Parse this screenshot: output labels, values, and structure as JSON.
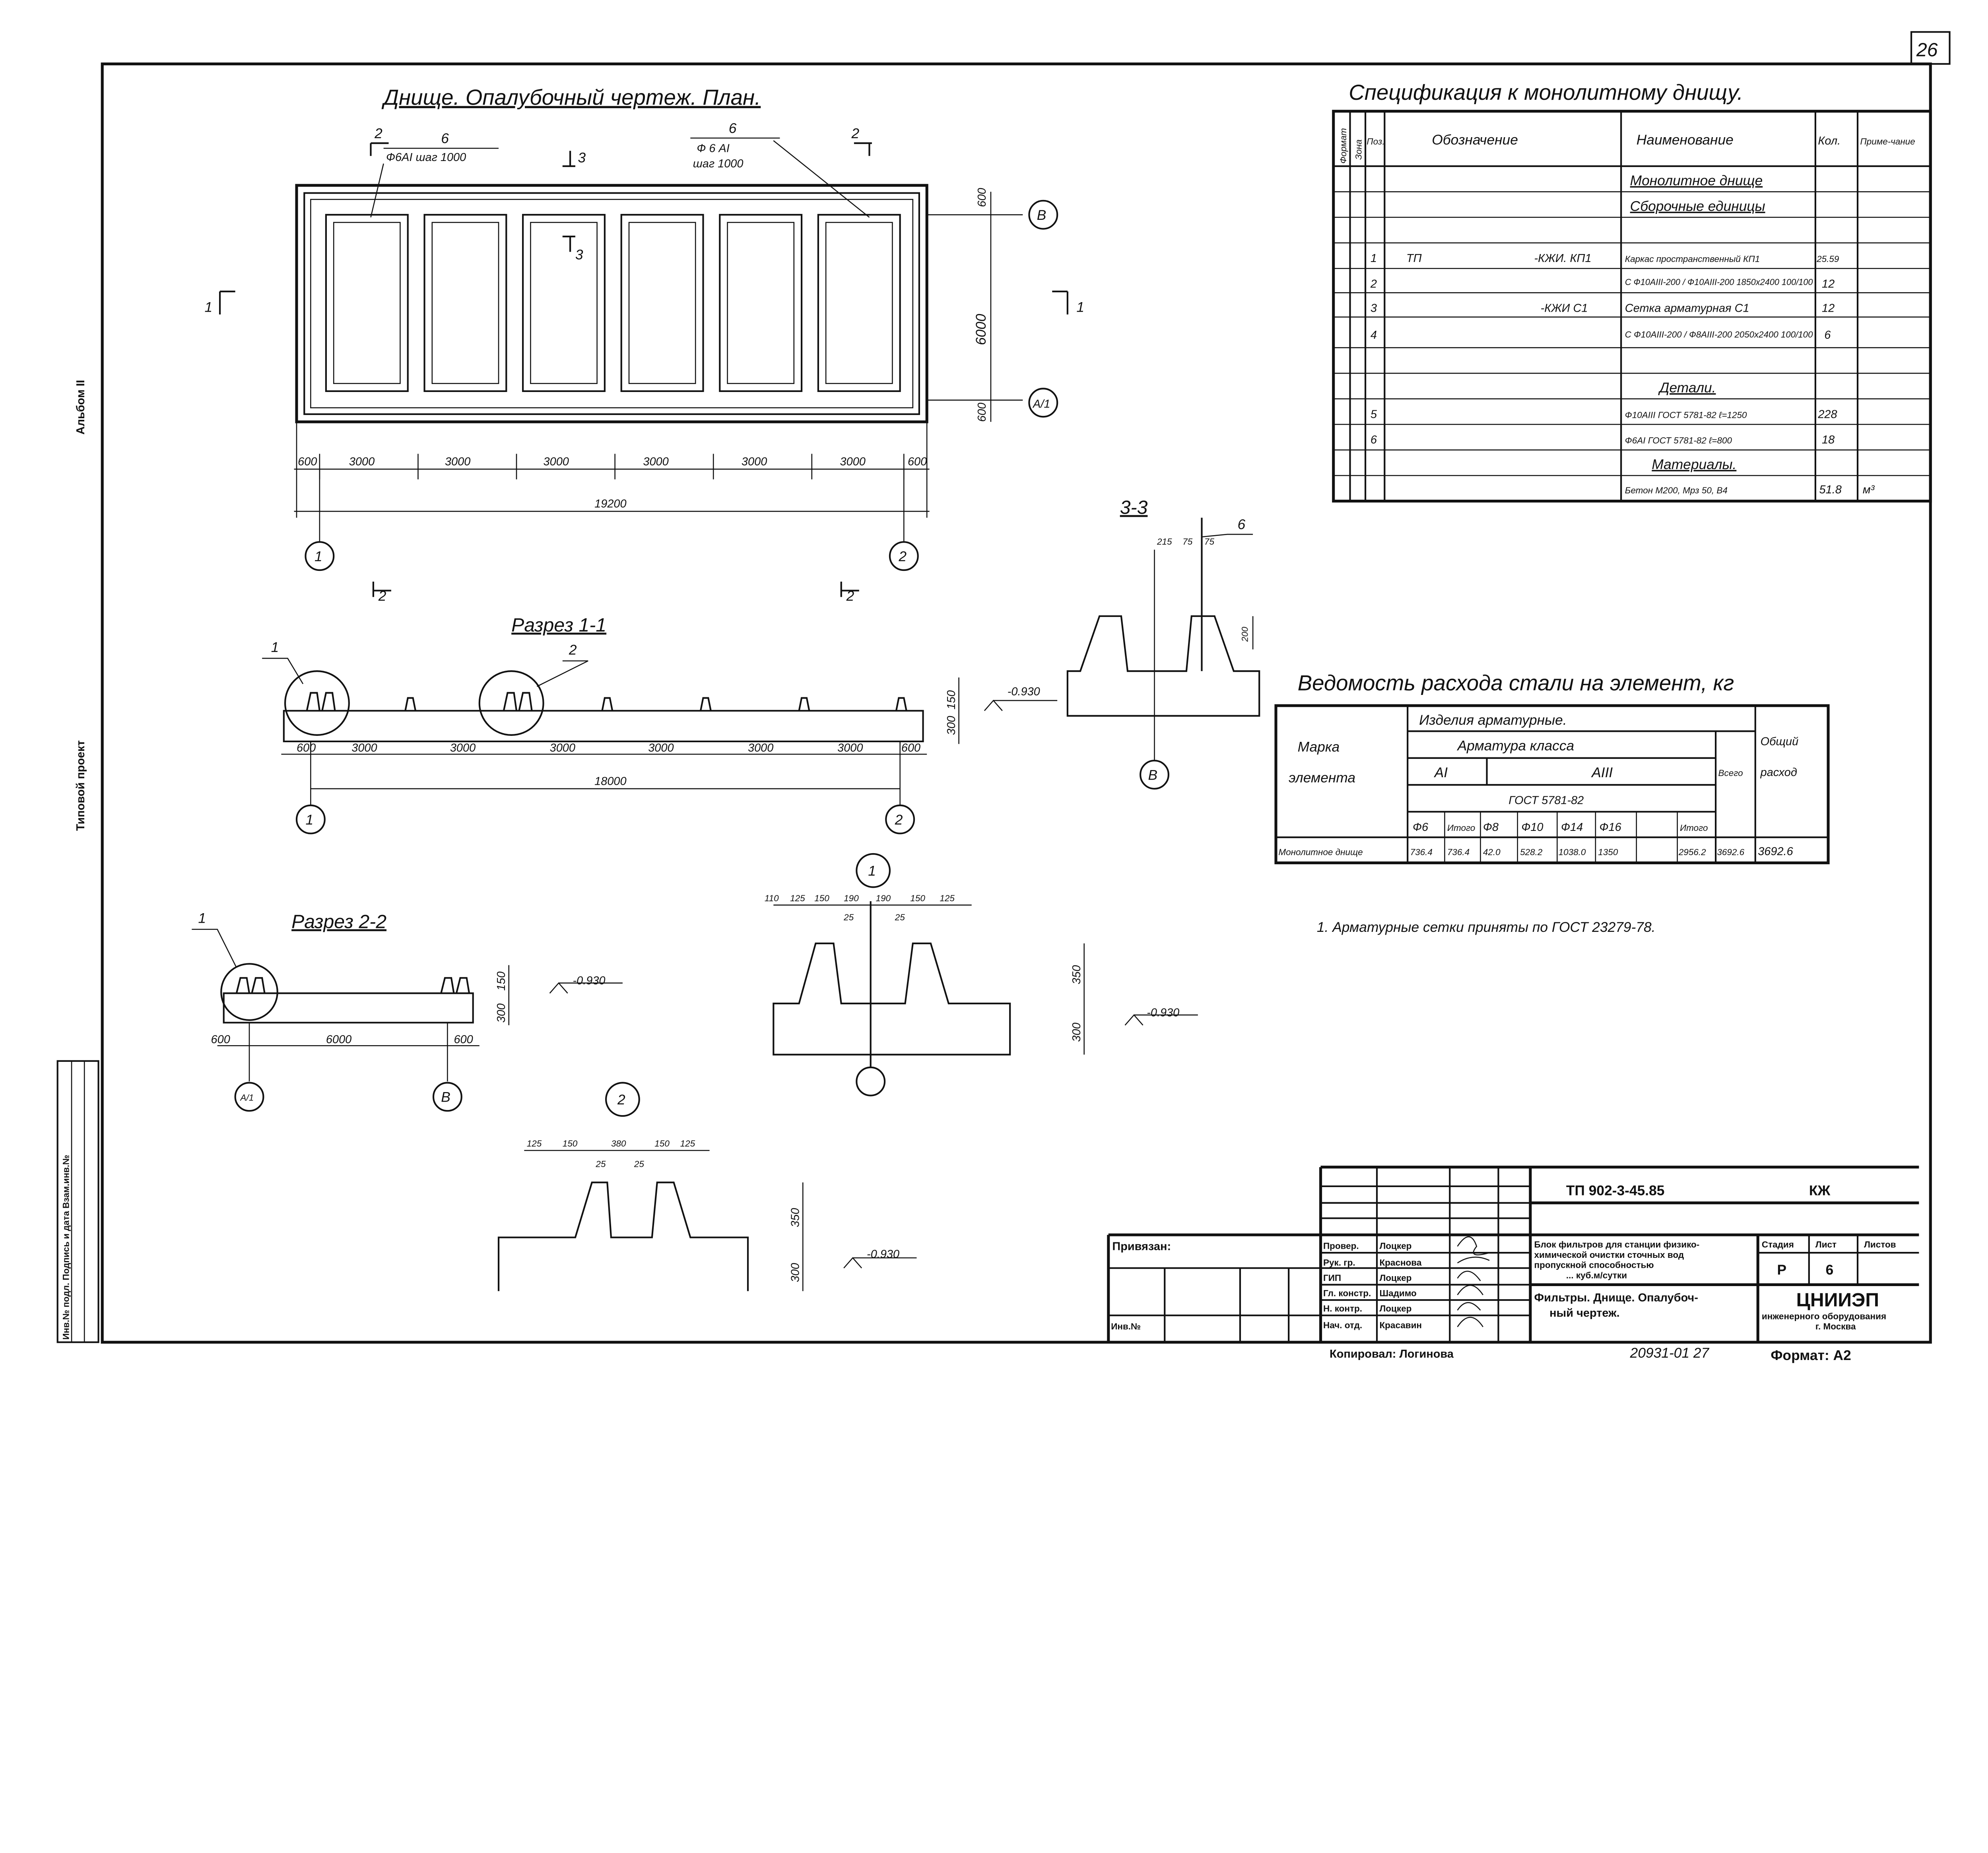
{
  "sheet_number": "26",
  "side": {
    "album": "Альбом II",
    "project": "Типовой проект",
    "stamp": "Инв.№ подл.  Подпись и дата  Взам.инв.№"
  },
  "plan": {
    "title": "Днище. Опалубочный чертеж. План.",
    "rebar_left": {
      "pos": "6",
      "spec": "Ф6АI шаг 1000"
    },
    "rebar_right": {
      "pos": "6",
      "spec": "Ф 6 АI",
      "step": "шаг 1000"
    },
    "section_marks": [
      "1",
      "1",
      "2",
      "2",
      "2",
      "2",
      "3",
      "3"
    ],
    "vert_dims": [
      "600",
      "6000",
      "600"
    ],
    "axes_right": [
      "В",
      "А/1"
    ],
    "bottom_dims": [
      "600",
      "3000",
      "3000",
      "3000",
      "3000",
      "3000",
      "3000",
      "600"
    ],
    "total": "19200",
    "axes_bottom": [
      "1",
      "2"
    ]
  },
  "section11": {
    "title": "Разрез 1-1",
    "callouts": [
      "1",
      "2"
    ],
    "dims": [
      "600",
      "3000",
      "3000",
      "3000",
      "3000",
      "3000",
      "3000",
      "600"
    ],
    "total": "18000",
    "height_dims": [
      "300",
      "150"
    ],
    "level": "-0.930",
    "axes": [
      "1",
      "2"
    ]
  },
  "section33": {
    "title": "3-3",
    "pos": "6",
    "dims": [
      "215",
      "75",
      "75"
    ],
    "height": "200",
    "axis": "В"
  },
  "section22": {
    "title": "Разрез 2-2",
    "callout": "1",
    "dims": [
      "600",
      "6000",
      "600"
    ],
    "height_dims": [
      "300",
      "150"
    ],
    "level": "-0.930",
    "axes": [
      "А/1",
      "В"
    ]
  },
  "detail1": {
    "label": "1",
    "dims": [
      "110",
      "125",
      "150",
      "190",
      "190",
      "150",
      "125"
    ],
    "small": [
      "25",
      "25"
    ],
    "heights": [
      "350",
      "300"
    ],
    "level": "-0.930"
  },
  "detail2": {
    "label": "2",
    "dims": [
      "125",
      "150",
      "380",
      "150",
      "125"
    ],
    "small": [
      "25",
      "25"
    ],
    "heights": [
      "350",
      "300"
    ],
    "level": "-0.930"
  },
  "spec": {
    "title": "Спецификация к монолитному днищу.",
    "headers": [
      "Формат",
      "Зона",
      "Поз.",
      "Обозначение",
      "Наименование",
      "Кол.",
      "Приме-чание"
    ],
    "rows": [
      {
        "pos": "",
        "code": "",
        "des": "",
        "name": "Монолитное днище",
        "qty": "",
        "note": ""
      },
      {
        "pos": "",
        "code": "",
        "des": "",
        "name": "Сборочные единицы",
        "qty": "",
        "note": ""
      },
      {
        "pos": "",
        "code": "",
        "des": "",
        "name": "",
        "qty": "",
        "note": ""
      },
      {
        "pos": "1",
        "code": "ТП",
        "des": "-КЖИ. КП1",
        "name": "Каркас пространственный КП1",
        "qty": "25.59",
        "note": ""
      },
      {
        "pos": "2",
        "code": "",
        "des": "",
        "name": "С Ф10АIII-200 / Ф10АIII-200 1850х2400 100/100",
        "qty": "12",
        "note": ""
      },
      {
        "pos": "3",
        "code": "",
        "des": "-КЖИ С1",
        "name": "Сетка арматурная С1",
        "qty": "12",
        "note": ""
      },
      {
        "pos": "4",
        "code": "",
        "des": "",
        "name": "С Ф10АIII-200 / Ф8АIII-200 2050х2400 100/100",
        "qty": "6",
        "note": ""
      },
      {
        "pos": "",
        "code": "",
        "des": "",
        "name": "",
        "qty": "",
        "note": ""
      },
      {
        "pos": "",
        "code": "",
        "des": "",
        "name": "Детали.",
        "qty": "",
        "note": ""
      },
      {
        "pos": "5",
        "code": "",
        "des": "",
        "name": "Ф10АIII ГОСТ 5781-82 ℓ=1250",
        "qty": "228",
        "note": ""
      },
      {
        "pos": "6",
        "code": "",
        "des": "",
        "name": "Ф6АI ГОСТ 5781-82 ℓ=800",
        "qty": "18",
        "note": ""
      },
      {
        "pos": "",
        "code": "",
        "des": "",
        "name": "Материалы.",
        "qty": "",
        "note": ""
      },
      {
        "pos": "",
        "code": "",
        "des": "",
        "name": "Бетон М200, Мрз 50, В4",
        "qty": "51.8",
        "note": "м³"
      }
    ]
  },
  "steel": {
    "title": "Ведомость расхода стали на элемент, кг",
    "mark_header": [
      "Марка",
      "элемента"
    ],
    "group": "Изделия арматурные.",
    "class_header": "Арматура класса",
    "class_a1": "АI",
    "class_a3": "АIII",
    "gost": "ГОСТ 5781-82",
    "total_header": "Всего",
    "overall_header": [
      "Общий",
      "расход"
    ],
    "cols": [
      "Ф6",
      "Итого",
      "Ф8",
      "Ф10",
      "Ф14",
      "Ф16",
      "",
      "Итого"
    ],
    "row": {
      "name": "Монолитное днище",
      "values": [
        "736.4",
        "736.4",
        "42.0",
        "528.2",
        "1038.0",
        "1350",
        "",
        "2956.2",
        "3692.6",
        "3692.6"
      ]
    }
  },
  "note": "1. Арматурные сетки приняты по ГОСТ 23279-78.",
  "titleblock": {
    "code": "ТП 902-3-45.85",
    "mark": "КЖ",
    "bound": "Привязан:",
    "inv": "Инв.№",
    "people": [
      {
        "role": "Провер.",
        "name": "Лоцкер"
      },
      {
        "role": "Рук. гр.",
        "name": "Краснова"
      },
      {
        "role": "ГИП",
        "name": "Лоцкер"
      },
      {
        "role": "Гл. констр.",
        "name": "Шадимо"
      },
      {
        "role": "Н. контр.",
        "name": "Лоцкер"
      },
      {
        "role": "Нач. отд.",
        "name": "Красавин"
      }
    ],
    "project": [
      "Блок фильтров для станции физико-",
      "химической очистки сточных вод",
      "пропускной способностью",
      "... куб.м/сутки"
    ],
    "drawing": [
      "Фильтры. Днище. Опалубоч-",
      "ный чертеж."
    ],
    "stage_header": "Стадия",
    "sheet_header": "Лист",
    "sheets_header": "Листов",
    "stage": "Р",
    "sheet": "6",
    "org": "ЦНИИЭП",
    "org_sub": [
      "инженерного оборудования",
      "г. Москва"
    ],
    "copied": "Копировал: Логинова",
    "order": "20931-01  27",
    "format": "Формат: А2"
  }
}
